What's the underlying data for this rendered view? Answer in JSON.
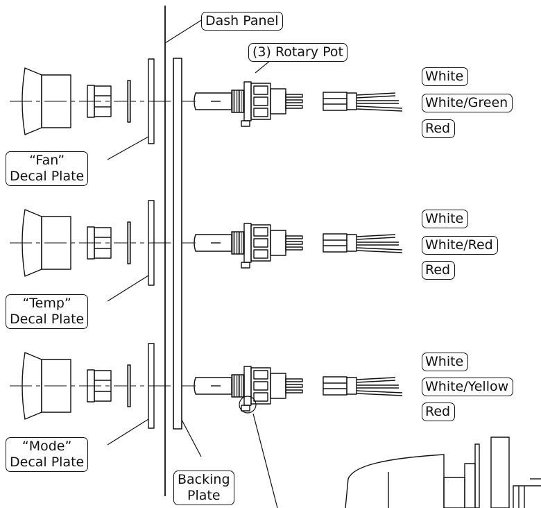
{
  "labels": {
    "dash_panel": "Dash Panel",
    "rotary_pot": "(3) Rotary Pot",
    "fan_decal": [
      "“Fan”",
      "Decal Plate"
    ],
    "temp_decal": [
      "“Temp”",
      "Decal Plate"
    ],
    "mode_decal": [
      "“Mode”",
      "Decal Plate"
    ],
    "backing_plate": [
      "Backing",
      "Plate"
    ]
  },
  "wire_groups": [
    {
      "colors": [
        "White",
        "White/Green",
        "Red"
      ]
    },
    {
      "colors": [
        "White",
        "White/Red",
        "Red"
      ]
    },
    {
      "colors": [
        "White",
        "White/Yellow",
        "Red"
      ]
    }
  ],
  "style": {
    "line_color": "#111111",
    "background": "#ffffff"
  }
}
